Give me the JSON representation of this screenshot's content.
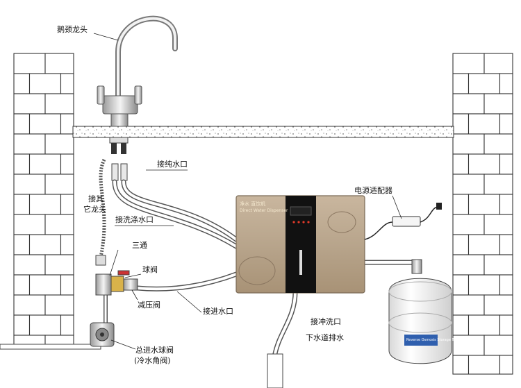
{
  "labels": {
    "faucet": "鹅颈龙头",
    "pure_water_port": "接纯水口",
    "other_faucet_line1": "接其",
    "other_faucet_line2": "它龙头",
    "flush_water_port": "接洗涤水口",
    "tee": "三通",
    "ball_valve": "球阀",
    "pressure_reducer": "减压阀",
    "inlet_port": "接进水口",
    "main_valve_line1": "总进水球阀",
    "main_valve_line2": "(冷水角阀)",
    "power_adapter": "电源适配器",
    "flush_outlet": "接冲洗口",
    "drain_line": "下水道排水"
  },
  "purifier": {
    "brand_text": "净水 直饮机",
    "model_text": "Direct Water Dispenser"
  },
  "tank": {
    "label_text": "Reverse Osmosis Storage Tank"
  },
  "colors": {
    "purifier_panel": "#b9a48c",
    "purifier_screen": "#111111",
    "indicator_red": "#e23a2a",
    "tank_body": "#f2f2f2",
    "tank_label": "#2f5fae"
  }
}
